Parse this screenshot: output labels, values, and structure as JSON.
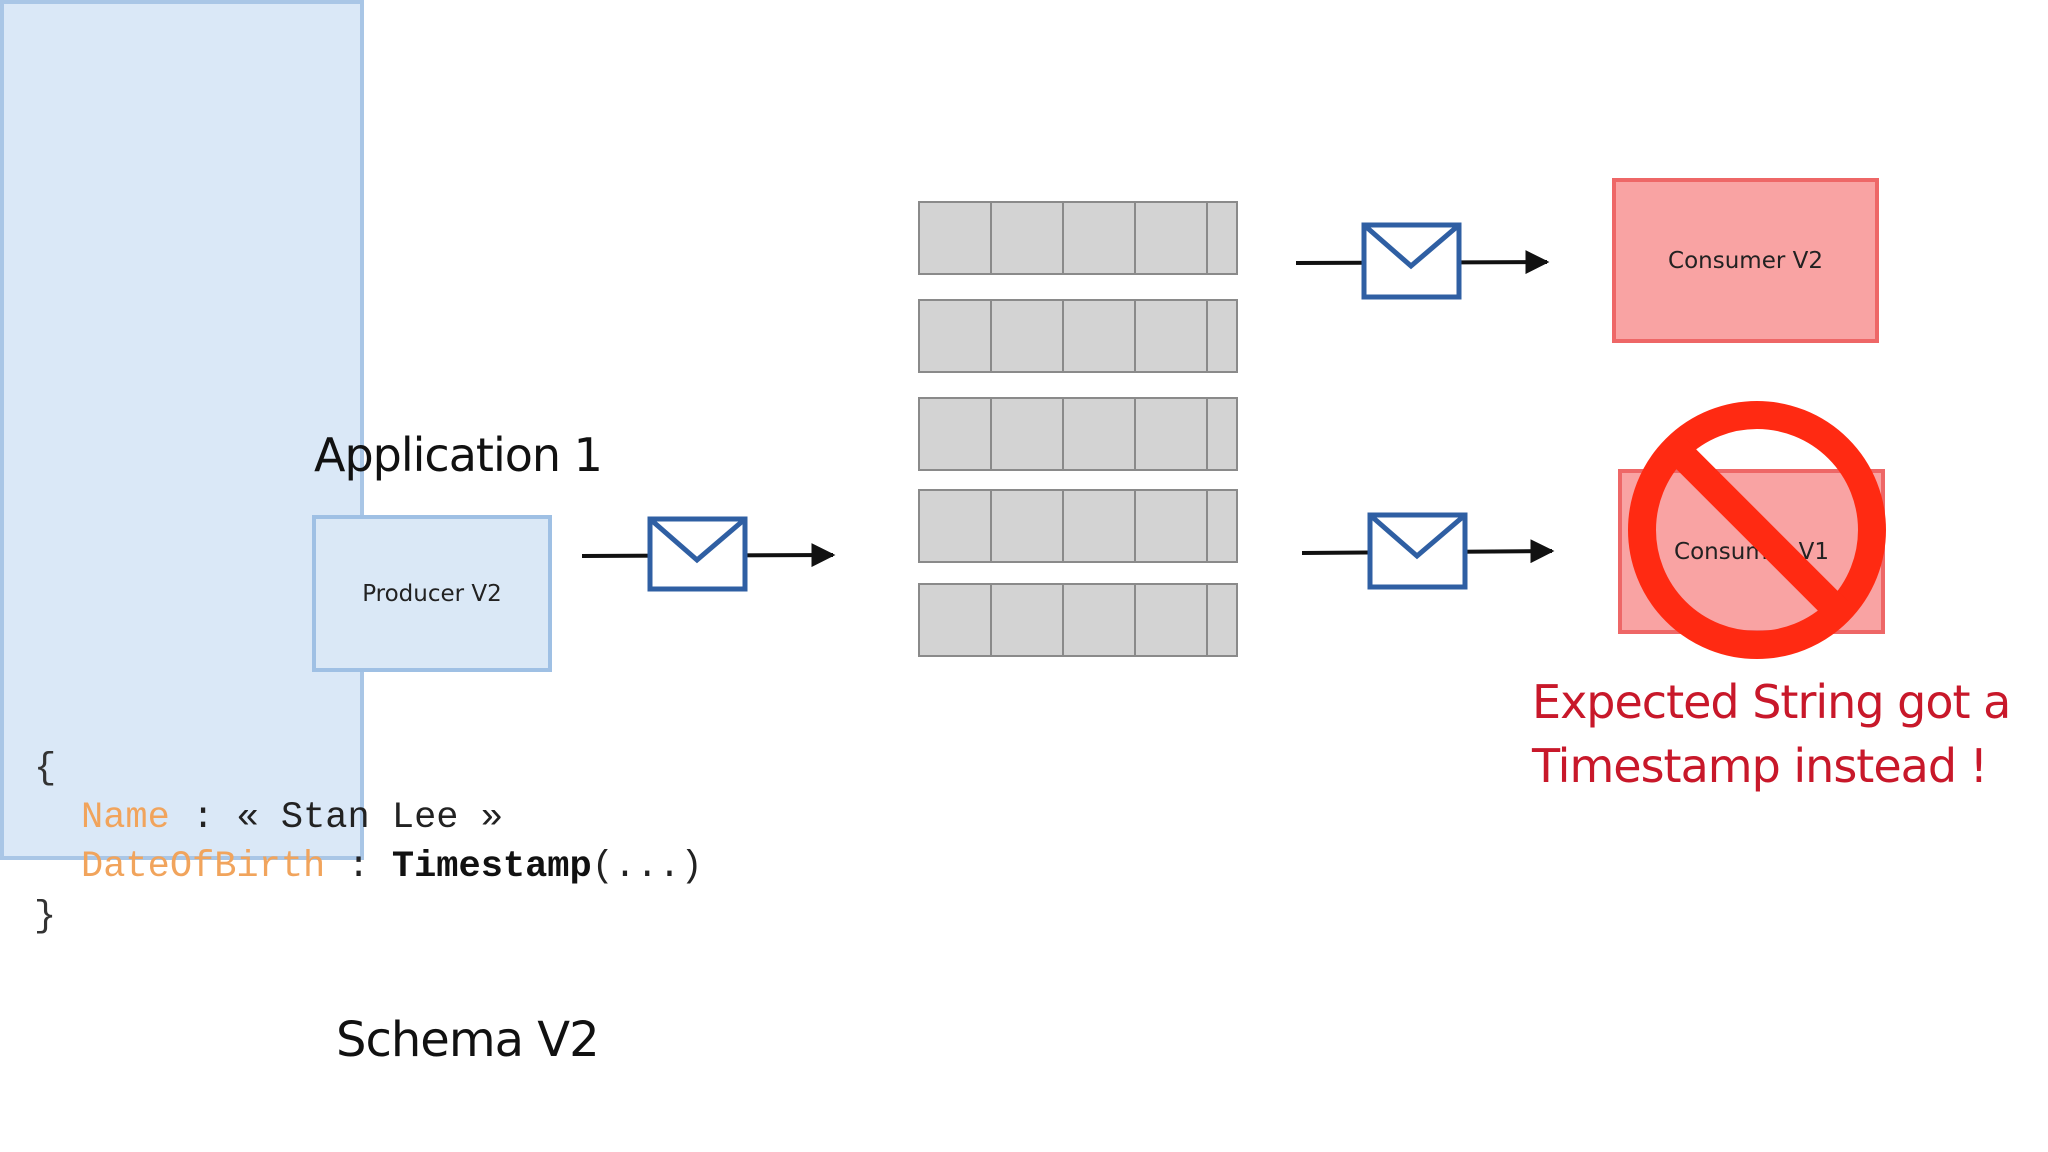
{
  "application": {
    "title": "Application 1",
    "producer_label": "Producer V2"
  },
  "consumers": {
    "v2_label": "Consumer V2",
    "v1_label": "Consumer V1"
  },
  "error": {
    "message": "Expected String got a\nTimestamp instead !"
  },
  "schema": {
    "title": "Schema V2",
    "open_brace": "{",
    "close_brace": "}",
    "fields": [
      {
        "key": "Name",
        "sep": " : ",
        "value": "« Stan Lee »"
      },
      {
        "key": "DateOfBirth",
        "sep": " : ",
        "type": "Timestamp",
        "value": "(...)"
      }
    ]
  },
  "colors": {
    "producer_fill": "#dae8f6",
    "consumer_fill": "#f9a3a3",
    "prohibited_red": "#ff2a12",
    "error_text": "#c8182a",
    "envelope_blue": "#2f5fa3"
  },
  "icons": [
    "envelope-icon",
    "arrow-right-icon",
    "prohibited-icon"
  ]
}
